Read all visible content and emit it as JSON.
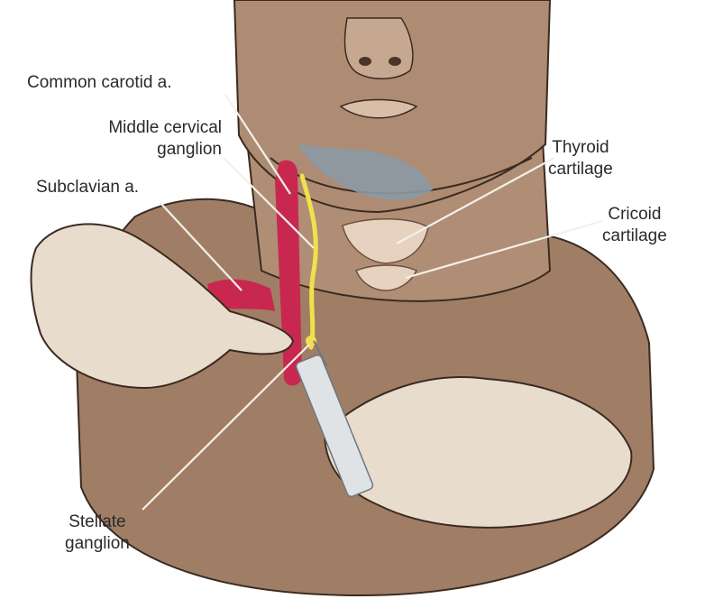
{
  "colors": {
    "skin_dark": "#9c7a62",
    "skin_mid": "#b8967c",
    "skin_light": "#d9c2ad",
    "glove": "#e8dccd",
    "artery": "#c8284f",
    "nerve": "#f2e04a",
    "beard": "#8d99a4",
    "leader_line": "#f4f0ea",
    "outline": "#3b2a20"
  },
  "labels": {
    "common_carotid": "Common carotid a.",
    "middle_cervical_line1": "Middle cervical",
    "middle_cervical_line2": "ganglion",
    "subclavian": "Subclavian a.",
    "thyroid_line1": "Thyroid",
    "thyroid_line2": "cartilage",
    "cricoid_line1": "Cricoid",
    "cricoid_line2": "cartilage",
    "stellate_line1": "Stellate",
    "stellate_line2": "ganglion"
  }
}
